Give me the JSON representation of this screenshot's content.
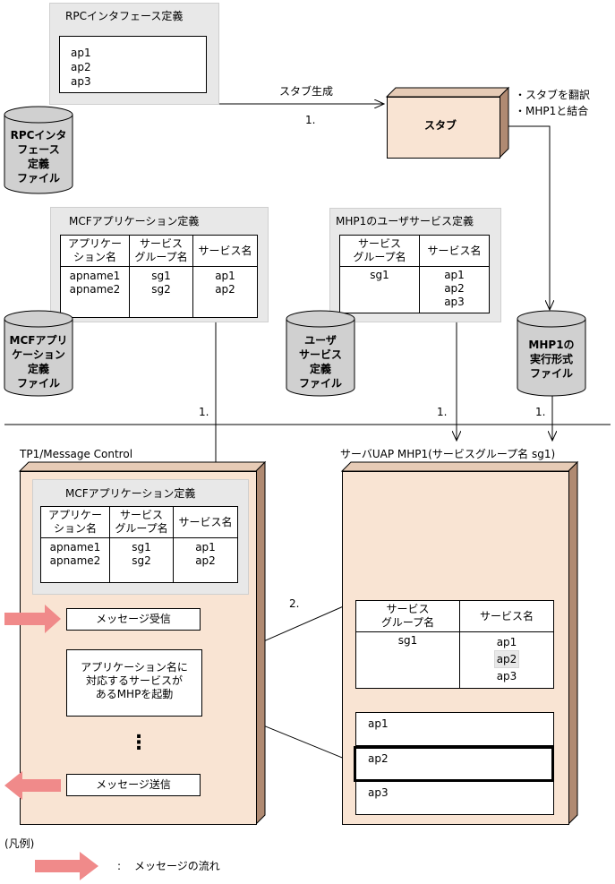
{
  "rpc_definition": {
    "title": "RPCインタフェース定義",
    "items": [
      "ap1",
      "ap2",
      "ap3"
    ]
  },
  "rpc_file_cylinder": {
    "lines": [
      "RPCインタ",
      "フェース",
      "定義",
      "ファイル"
    ]
  },
  "stub_generation": {
    "label": "スタブ生成",
    "step": "1."
  },
  "stub": {
    "label": "スタブ",
    "notes": [
      "・スタブを翻訳",
      "・MHP1と結合"
    ]
  },
  "mcf_definition": {
    "title": "MCFアプリケーション定義",
    "headers": [
      "アプリケー\nション名",
      "サービス\nグループ名",
      "サービス名"
    ],
    "rows": [
      [
        "apname1",
        "sg1",
        "ap1"
      ],
      [
        "apname2",
        "sg2",
        "ap2"
      ]
    ]
  },
  "mcf_file_cylinder": {
    "lines": [
      "MCFアプリ",
      "ケーション",
      "定義",
      "ファイル"
    ]
  },
  "user_service_definition": {
    "title": "MHP1のユーザサービス定義",
    "headers": [
      "サービス\nグループ名",
      "サービス名"
    ],
    "group": "sg1",
    "services": [
      "ap1",
      "ap2",
      "ap3"
    ]
  },
  "user_service_file_cylinder": {
    "lines": [
      "ユーザ",
      "サービス",
      "定義",
      "ファイル"
    ]
  },
  "mhp1_exec_cylinder": {
    "lines": [
      "MHP1の",
      "実行形式",
      "ファイル"
    ]
  },
  "step_labels": {
    "mcf_down": "1.",
    "user_down": "1.",
    "exec_down": "1.",
    "start": "2."
  },
  "tp1": {
    "title": "TP1/Message Control",
    "mcf_title": "MCFアプリケーション定義",
    "headers": [
      "アプリケー\nション名",
      "サービス\nグループ名",
      "サービス名"
    ],
    "rows": [
      [
        "apname1",
        "sg1",
        "ap1"
      ],
      [
        "apname2",
        "sg2",
        "ap2"
      ]
    ],
    "receive": "メッセージ受信",
    "start_lines": [
      "アプリケーション名に",
      "対応するサービスが",
      "あるMHPを起動"
    ],
    "ellipsis": "⋮",
    "send": "メッセージ送信"
  },
  "server_uap": {
    "title": "サーバUAP MHP1(サービスグループ名 sg1)",
    "headers": [
      "サービス\nグループ名",
      "サービス名"
    ],
    "group": "sg1",
    "services": [
      "ap1",
      "ap2",
      "ap3"
    ],
    "highlighted_service": "ap2",
    "modules": [
      "ap1",
      "ap2",
      "ap3"
    ]
  },
  "legend": {
    "title": "(凡例)",
    "colon": ":",
    "label": "メッセージの流れ"
  },
  "colors": {
    "panel": "#e8e8e8",
    "box3d": "#f9e4d3",
    "box3d_side": "#b08a72",
    "cylinder": "#d0d0d0",
    "arrow": "#f08a8a"
  }
}
